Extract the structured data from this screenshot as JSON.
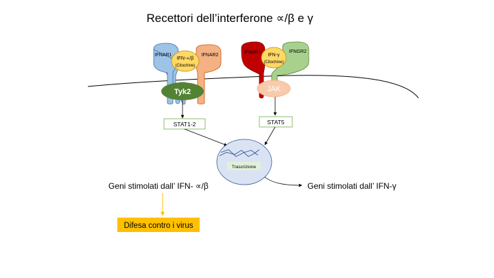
{
  "title": "Recettori dell’interferone ∝/β e  γ",
  "receptor_left": {
    "chain1": "IFNAR1",
    "chain2": "IFNAR2",
    "ligand_line1": "IFN-∝/β",
    "ligand_line2": "(Citochine)",
    "kinase": "Tyk2",
    "stat": "STAT1-2"
  },
  "receptor_right": {
    "chain1": "IFNGR1",
    "chain2": "IFNGR2",
    "ligand_line1": "IFN-γ",
    "ligand_line2": "(Citochine)",
    "kinase": "JAK",
    "stat": "STAT5"
  },
  "nucleus": {
    "label": "Trascrizione"
  },
  "outputs": {
    "left": "Geni stimolati dall’ IFN- ∝/β",
    "right": "Geni stimolati dall’ IFN-γ",
    "defense": "Difesa contro i virus"
  },
  "colors": {
    "ifnar1": "#9dc3e6",
    "ifnar2": "#f4b183",
    "ligand": "#ffd966",
    "tyk2": "#548235",
    "ifngr1": "#c00000",
    "ifngr2": "#a9d18e",
    "jak": "#f8cbad",
    "stat_border": "#70ad47",
    "nucleus": "#dae3f3",
    "nucleus_border": "#2f5597",
    "trascrizione_bg": "#e2f0d9",
    "defense_bg": "#ffc000",
    "defense_text": "#ff0000"
  }
}
